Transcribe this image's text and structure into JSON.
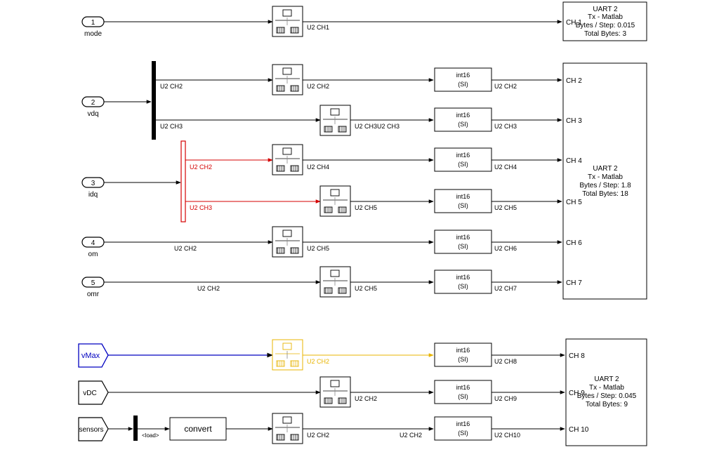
{
  "inports": [
    {
      "num": "1",
      "label": "mode"
    },
    {
      "num": "2",
      "label": "vdq"
    },
    {
      "num": "3",
      "label": "idq"
    },
    {
      "num": "4",
      "label": "om"
    },
    {
      "num": "5",
      "label": "omr"
    }
  ],
  "from_tags": {
    "vmax": "vMax",
    "vdc": "vDC",
    "sensors": "sensors"
  },
  "signals": {
    "l_top": "U2 CH1",
    "vdq_a": "U2 CH2",
    "vdq_b": "U2 CH3",
    "ch2": "U2 CH2",
    "ch3": "U2 CH3",
    "idq_a": "U2 CH2",
    "idq_b": "U2 CH3",
    "ch4": "U2 CH4",
    "ch5": "U2 CH5",
    "om_in": "U2 CH2",
    "om_out": "U2 CH5",
    "omr_in": "U2 CH2",
    "omr_out": "U2 CH5",
    "vmax_out": "U2 CH2",
    "vdc_out": "U2 CH2",
    "sens_out": "U2 CH2",
    "sens_mid": "U2 CH2",
    "o2": "U2 CH2",
    "o3": "U2 CH3",
    "o4": "U2 CH4",
    "o5": "U2 CH5",
    "o6": "U2 CH6",
    "o7": "U2 CH7",
    "o8": "U2 CH8",
    "o9": "U2 CH9",
    "o10": "U2 CH10",
    "load": "<load>"
  },
  "converters": {
    "line1": "int16",
    "line2": "(SI)"
  },
  "convert_label": "convert",
  "uart1": {
    "title": "UART 2",
    "sub": "Tx - Matlab",
    "rate": "Bytes / Step: 0.015",
    "total": "Total Bytes: 3",
    "ports": [
      "CH 1"
    ]
  },
  "uart2": {
    "title": "UART 2",
    "sub": "Tx - Matlab",
    "rate": "Bytes / Step: 1.8",
    "total": "Total Bytes: 18",
    "ports": [
      "CH 2",
      "CH 3",
      "CH 4",
      "CH 5",
      "CH 6",
      "CH 7"
    ]
  },
  "uart3": {
    "title": "UART 2",
    "sub": "Tx - Matlab",
    "rate": "Bytes / Step: 0.045",
    "total": "Total Bytes: 9",
    "ports": [
      "CH 8",
      "CH 9",
      "CH 10"
    ]
  },
  "colors": {
    "highlight_red": "#d40000",
    "highlight_blue": "#0000c0",
    "highlight_yellow": "#e8b400"
  }
}
